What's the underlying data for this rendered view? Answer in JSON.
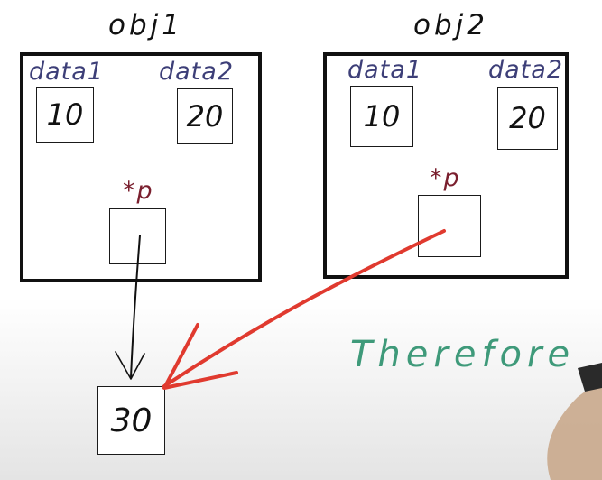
{
  "objects": [
    {
      "title": "obj1",
      "data1_label": "data1",
      "data1_value": "10",
      "data2_label": "data2",
      "data2_value": "20",
      "pointer_label": "*p"
    },
    {
      "title": "obj2",
      "data1_label": "data1",
      "data1_value": "10",
      "data2_label": "data2",
      "data2_value": "20",
      "pointer_label": "*p"
    }
  ],
  "shared_value": "30",
  "caption": "Therefore",
  "colors": {
    "outline": "#111111",
    "data_label": "#3d3f78",
    "pointer_label": "#7a1f2e",
    "highlight_arrow": "#e03a2f",
    "caption": "#3f9a7a"
  }
}
